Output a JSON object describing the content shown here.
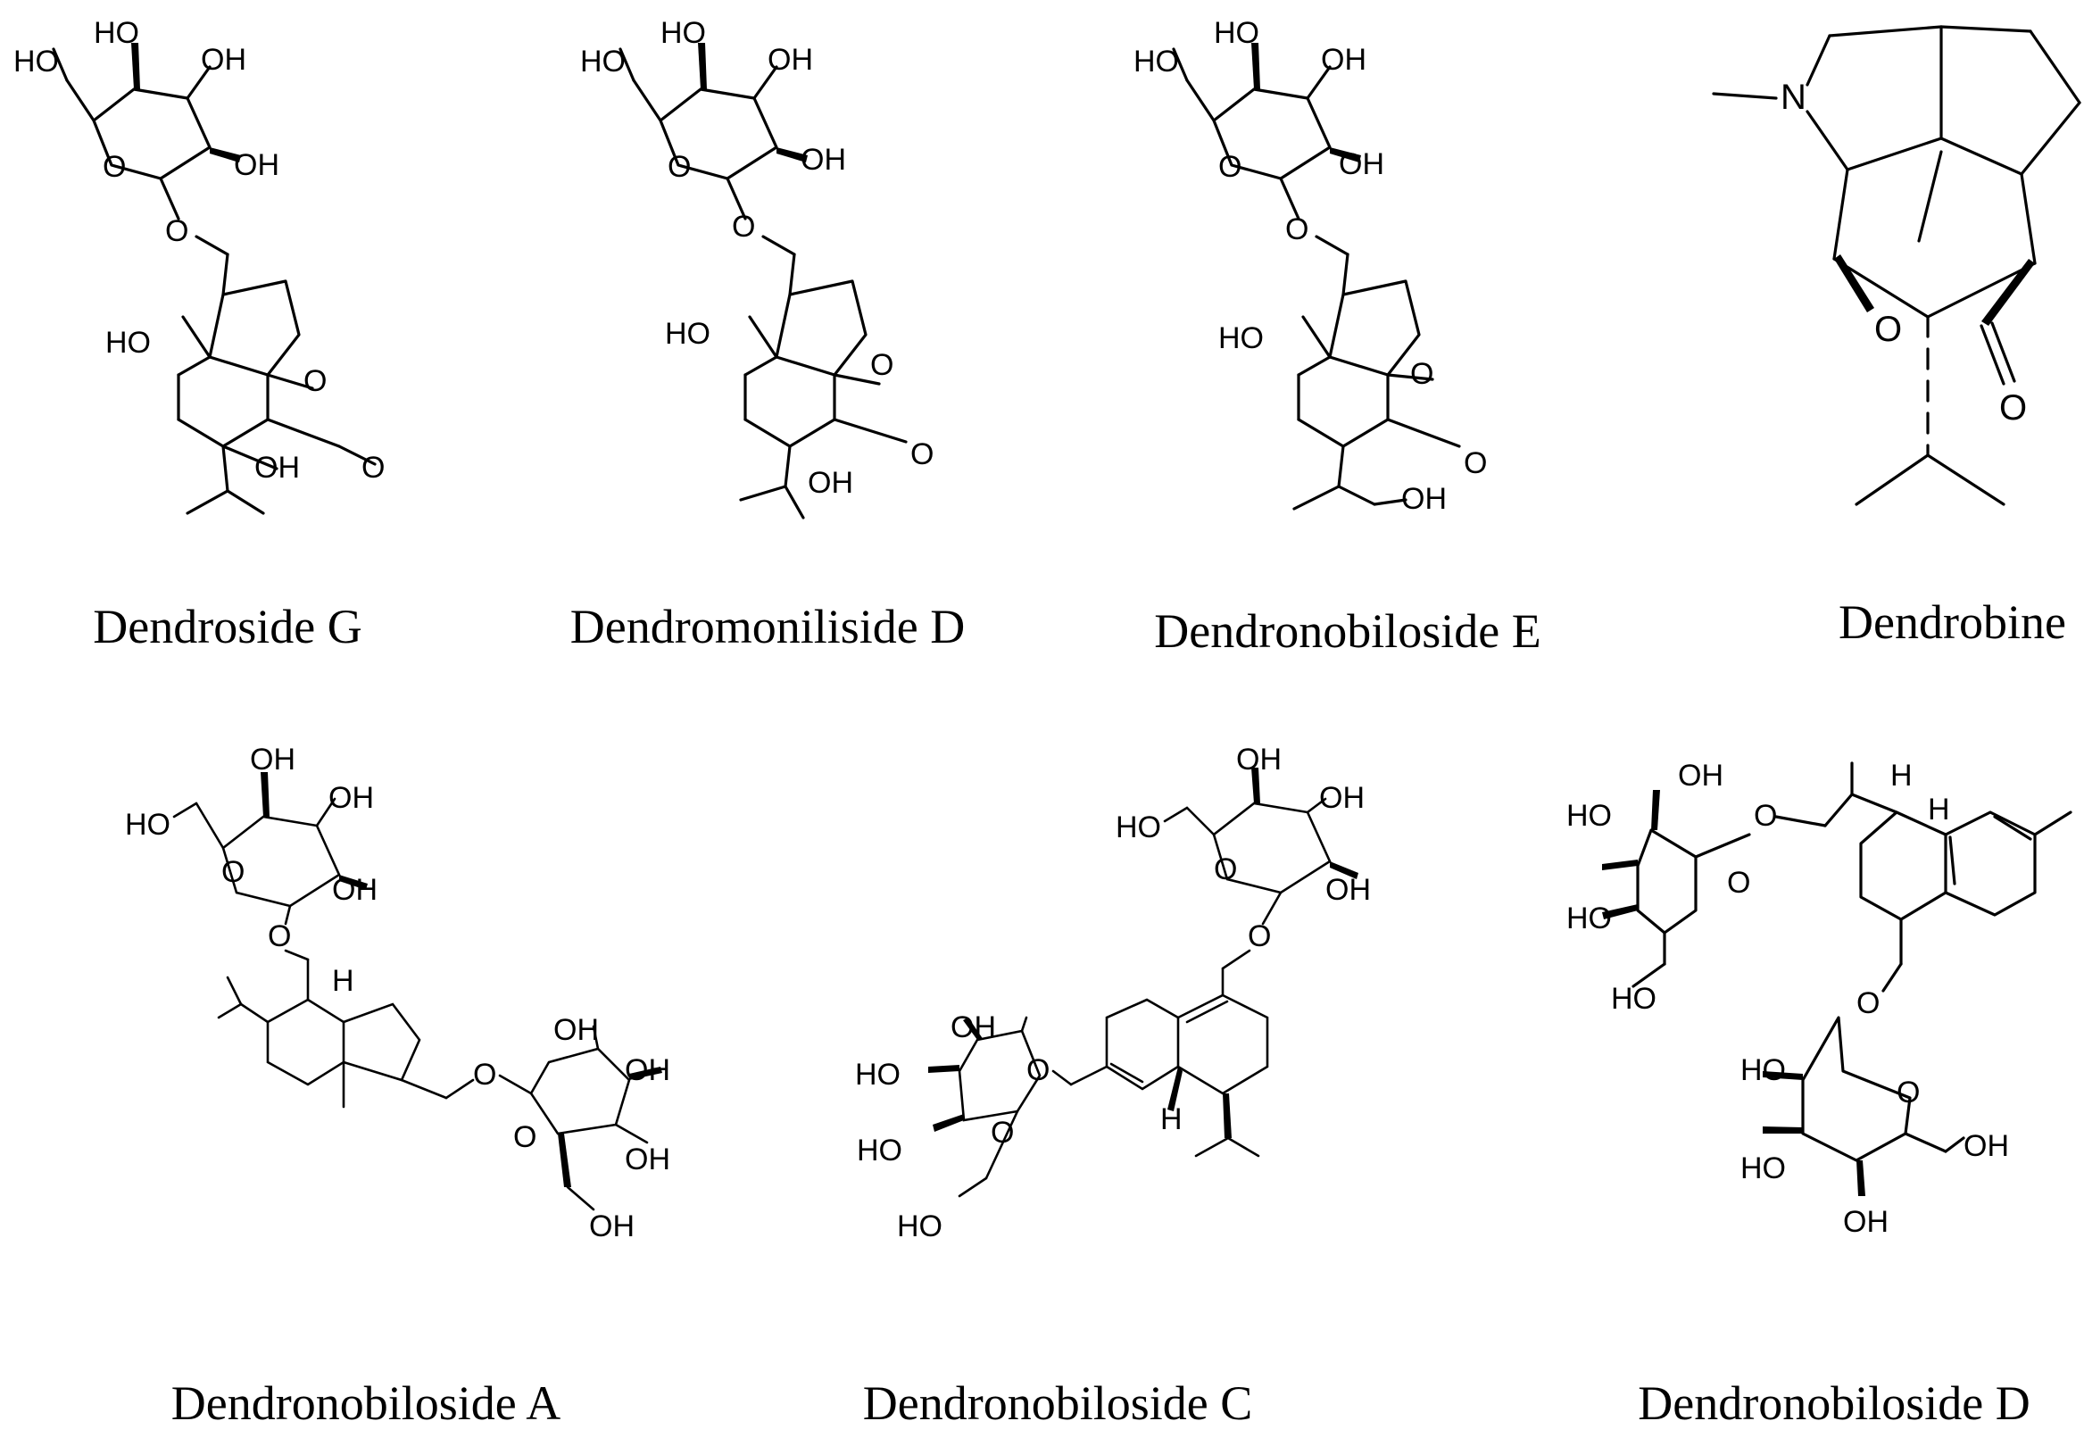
{
  "compounds": [
    {
      "name": "Dendroside G"
    },
    {
      "name": "Dendromoniliside D"
    },
    {
      "name": "Dendronobiloside E"
    },
    {
      "name": "Dendrobine"
    },
    {
      "name": "Dendronobiloside  A"
    },
    {
      "name": "Dendronobiloside C"
    },
    {
      "name": "Dendronobiloside D"
    }
  ],
  "atom_labels": {
    "oh": "OH",
    "ho": "HO",
    "o": "O",
    "n": "N",
    "h": "H"
  },
  "colors": {
    "ink": "#000000",
    "background": "#ffffff"
  }
}
